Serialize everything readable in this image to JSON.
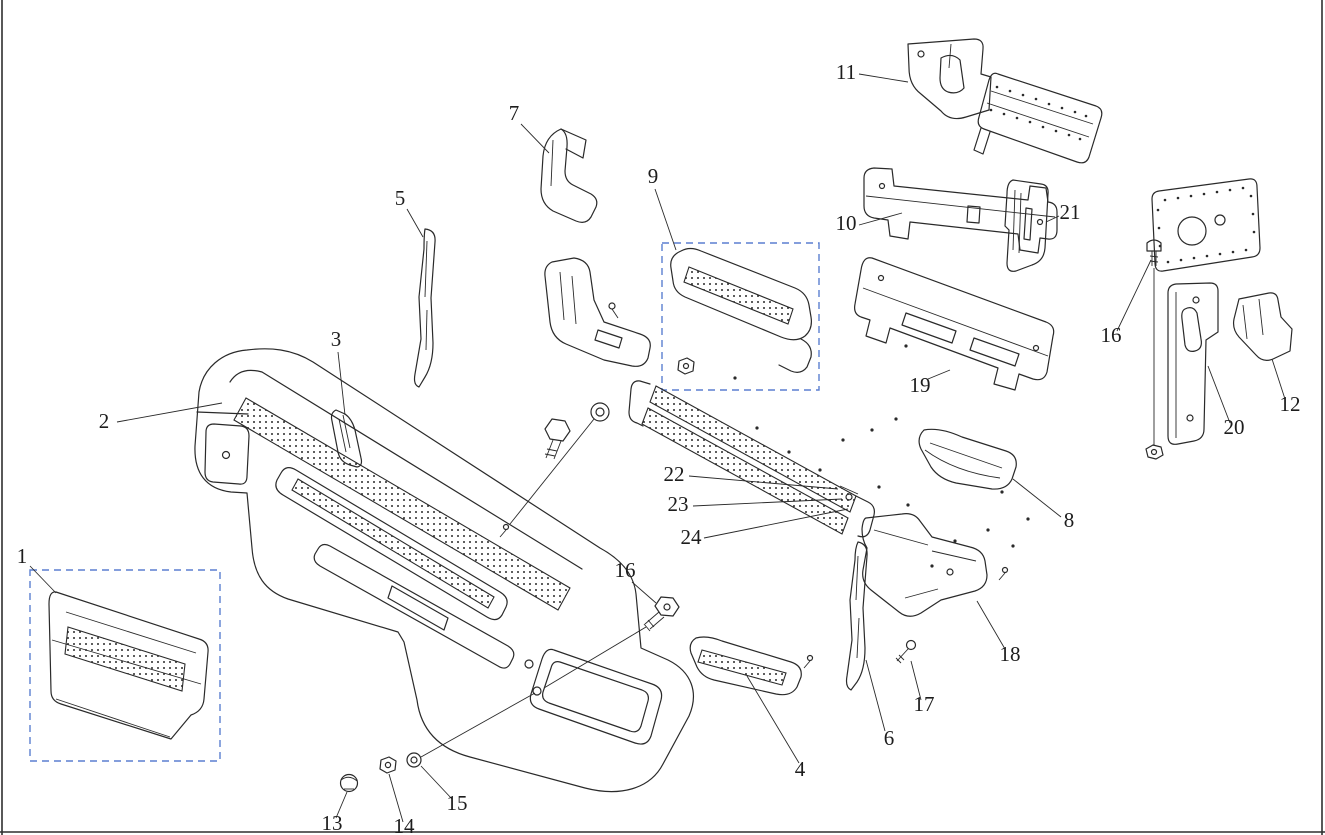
{
  "diagram": {
    "kind": "exploded-parts-diagram",
    "subject": "front bumper assembly",
    "colors": {
      "background": "#ffffff",
      "line": "#2a2a2a",
      "selection_dash": "#5b7fd0"
    },
    "part_labels": [
      "1",
      "2",
      "3",
      "4",
      "5",
      "6",
      "7",
      "8",
      "9",
      "10",
      "11",
      "12",
      "13",
      "14",
      "15",
      "16",
      "16",
      "17",
      "18",
      "19",
      "20",
      "21",
      "22",
      "23",
      "24"
    ],
    "selected_part_labels": [
      "1",
      "9"
    ]
  }
}
